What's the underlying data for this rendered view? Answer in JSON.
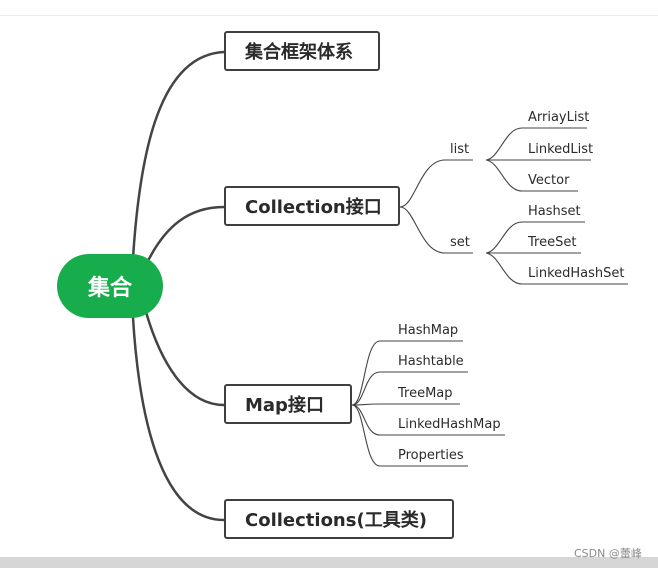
{
  "root": {
    "label": "集合"
  },
  "branches": {
    "framework": {
      "label": "集合框架体系"
    },
    "collection": {
      "label": "Collection接口",
      "list": {
        "label": "list",
        "items": [
          "ArriayList",
          "LinkedList",
          "Vector"
        ]
      },
      "set": {
        "label": "set",
        "items": [
          "Hashset",
          "TreeSet",
          "LinkedHashSet"
        ]
      }
    },
    "map": {
      "label": "Map接口",
      "items": [
        "HashMap",
        "Hashtable",
        "TreeMap",
        "LinkedHashMap",
        "Properties"
      ]
    },
    "collections": {
      "label": "Collections(工具类)"
    }
  },
  "watermark": "CSDN @蕾峰",
  "colors": {
    "root_fill": "#17ad4c",
    "line": "#444444",
    "box_border": "#3f3f3f"
  }
}
